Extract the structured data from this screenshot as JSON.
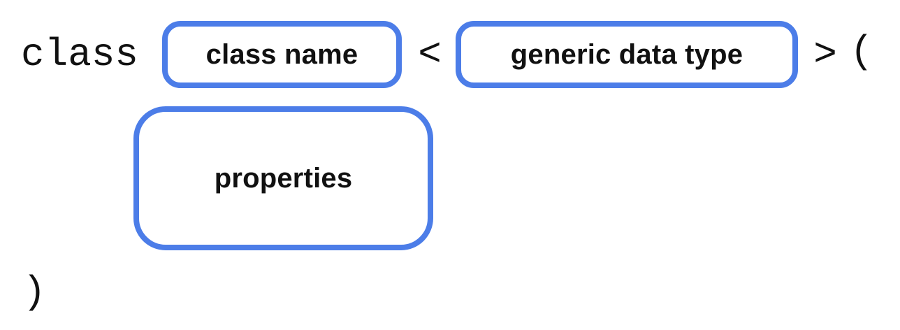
{
  "diagram": {
    "title_semantic": "generic class declaration syntax diagram",
    "keyword": "class",
    "symbols": {
      "open_angle": "<",
      "close_angle": ">",
      "open_paren": "(",
      "close_paren": ")"
    },
    "placeholders": [
      {
        "label": "class name"
      },
      {
        "label": "generic data type"
      },
      {
        "label": "properties"
      }
    ],
    "colors": {
      "accent": "#4C7DE8",
      "text": "#111111",
      "background": "#ffffff"
    }
  }
}
